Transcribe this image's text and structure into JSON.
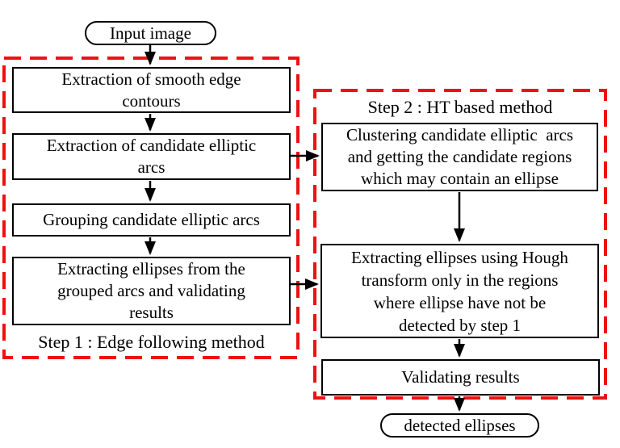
{
  "figure": {
    "background_color": "#ffffff",
    "box_border_color": "#000000",
    "text_color": "#000000",
    "dashed_boundary_color": "#ee1111"
  },
  "terminals": {
    "start": "Input image",
    "end": "detected ellipses"
  },
  "step1": {
    "label": "Step 1 : Edge following method",
    "boxes": [
      [
        "Extraction of smooth edge",
        "contours"
      ],
      [
        "Extraction of candidate elliptic",
        "arcs"
      ],
      [
        "Grouping candidate elliptic arcs"
      ],
      [
        "Extracting ellipses from the",
        "grouped arcs and validating",
        "results"
      ]
    ]
  },
  "step2": {
    "label": "Step 2 : HT based method",
    "boxes": [
      [
        "Clustering candidate elliptic  arcs",
        "and getting the candidate regions",
        "which may contain an ellipse"
      ],
      [
        "Extracting ellipses using Hough",
        "transform only in the regions",
        "where ellipse have not be",
        "detected by step 1"
      ],
      [
        "Validating results"
      ]
    ]
  }
}
